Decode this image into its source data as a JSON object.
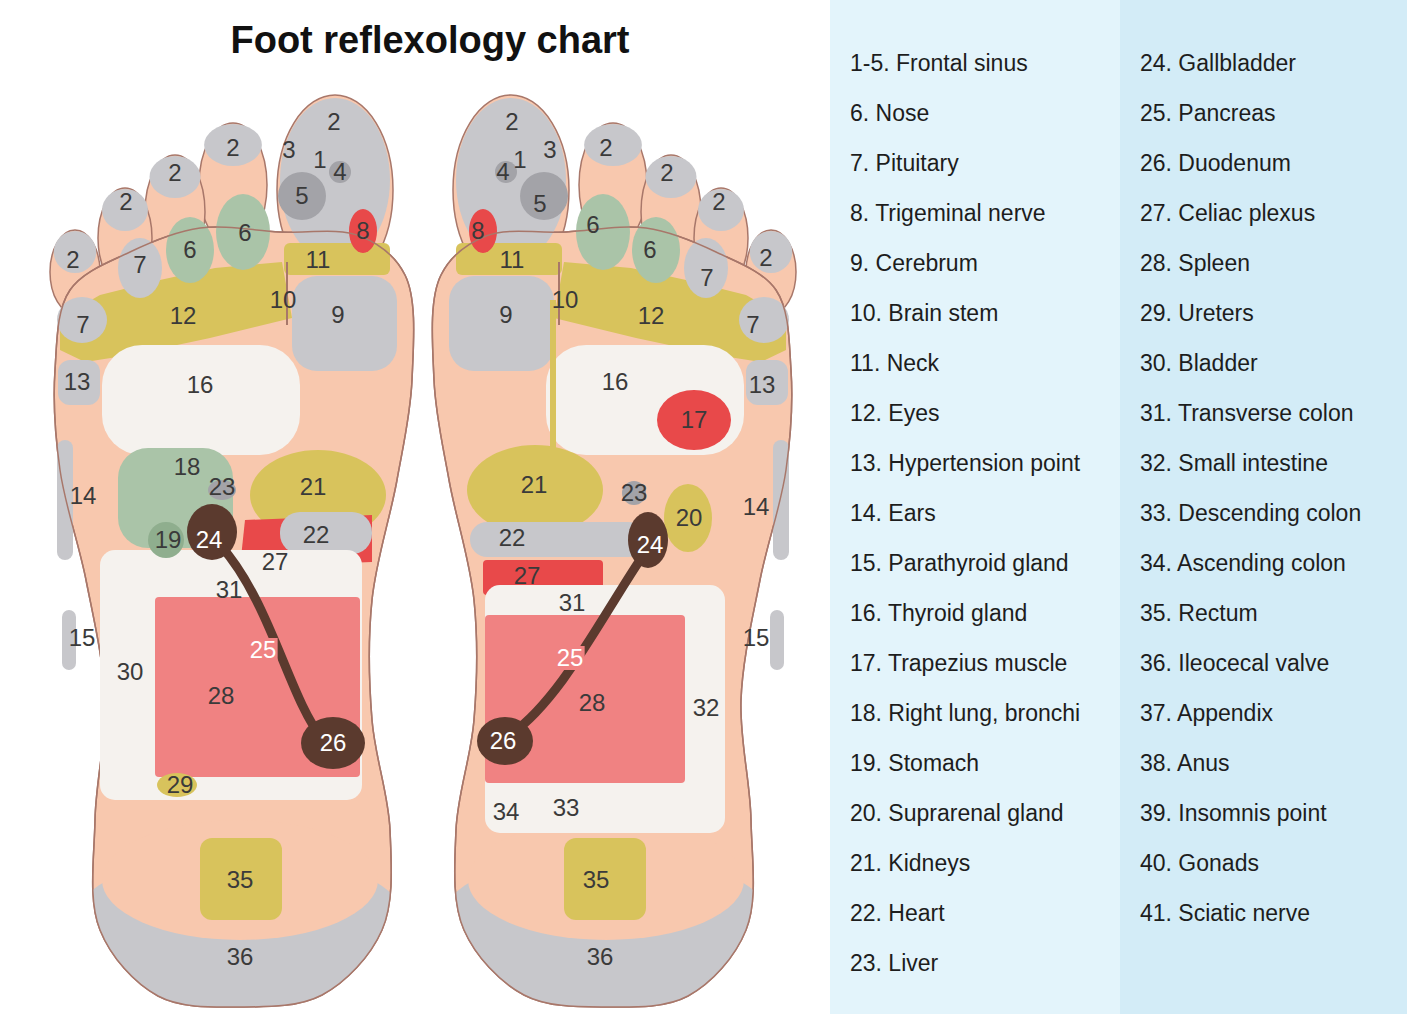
{
  "diagram": {
    "title": "Foot reflexology chart",
    "nodes": [
      {
        "text": [
          "1-5. Frontal sinus",
          "6. Nose",
          "7. Pituitary",
          "8. Trigeminal nerve",
          "9. Cerebrum",
          "10. Brain stem",
          "11. Neck",
          "12. Eyes",
          "13. Hypertension point",
          "14. Ears",
          "15. Parathyroid gland",
          "16. Thyroid gland",
          "17. Trapezius muscle",
          "18. Right lung, bronchi",
          "19. Stomach",
          "20. Suprarenal gland",
          "21. Kidneys",
          "22. Heart",
          "23. Liver"
        ]
      },
      {
        "text": [
          "24. Gallbladder",
          "25. Pancreas",
          "26. Duodenum",
          "27. Celiac plexus",
          "28. Spleen",
          "29. Ureters",
          "30. Bladder",
          "31. Transverse colon",
          "32. Small intestine",
          "33. Descending colon",
          "34. Ascending colon",
          "35. Rectum",
          "36. Ileocecal valve",
          "37. Appendix",
          "38. Anus",
          "39. Insomnis point",
          "40. Gonads",
          "41. Sciatic nerve"
        ]
      }
    ],
    "labels": [
      "2",
      "3",
      "1",
      "4",
      "2",
      "5",
      "8",
      "2",
      "6",
      "6",
      "11",
      "2",
      "7",
      "10",
      "9",
      "2",
      "7",
      "12",
      "13",
      "16",
      "14",
      "18",
      "23",
      "21",
      "19",
      "24",
      "22",
      "27",
      "31",
      "15",
      "25",
      "30",
      "28",
      "26",
      "29",
      "35",
      "36",
      "2",
      "1",
      "3",
      "4",
      "2",
      "5",
      "6",
      "8",
      "6",
      "2",
      "11",
      "2",
      "7",
      "10",
      "9",
      "12",
      "2",
      "7",
      "16",
      "13",
      "17",
      "21",
      "23",
      "14",
      "20",
      "22",
      "24",
      "27",
      "31",
      "15",
      "25",
      "28",
      "32",
      "26",
      "34",
      "33",
      "35",
      "36"
    ]
  }
}
